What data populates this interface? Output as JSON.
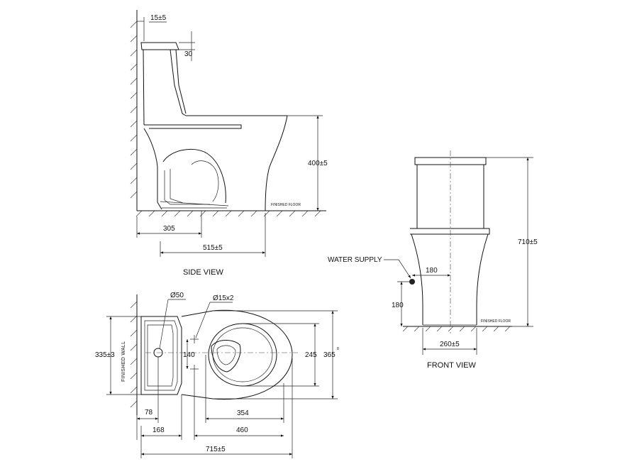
{
  "views": {
    "side": "SIDE VIEW",
    "front": "FRONT VIEW"
  },
  "labels": {
    "finished_floor": "FINISHED FLOOR",
    "finished_wall": "FINISHED WALL",
    "water_supply": "WATER SUPPLY"
  },
  "side_dims": {
    "wall_gap": "15±5",
    "lid_step": "30",
    "seat_height": "400±5",
    "outlet": "305",
    "depth": "515±5"
  },
  "front_dims": {
    "height": "710±5",
    "supply_offset": "180",
    "supply_height": "180",
    "base_width": "260±5"
  },
  "top_dims": {
    "flush_hole": "Ø50",
    "bolt_holes": "Ø15x2",
    "width": "335±3",
    "hole_spacing": "140",
    "bowl_width": "245",
    "overall_width": "365",
    "overall_width_tol": "8",
    "tank_offset": "78",
    "tank_depth": "168",
    "bowl_length": "354",
    "bowl_extent": "460",
    "total_length": "715±5"
  }
}
